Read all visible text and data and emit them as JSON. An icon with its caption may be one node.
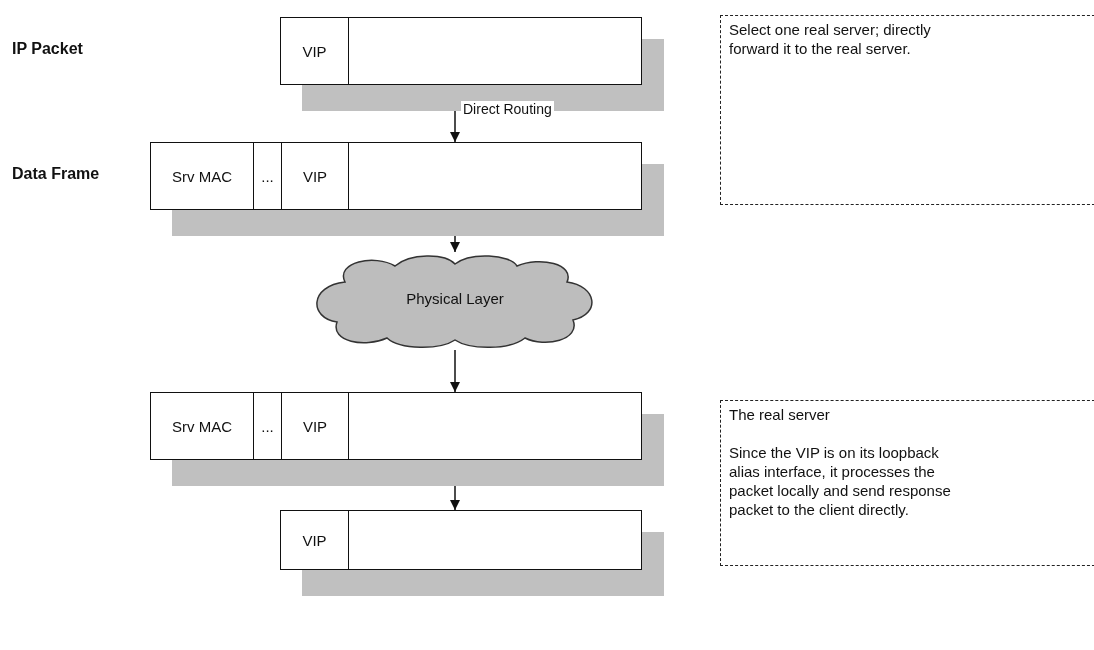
{
  "diagram": {
    "nodes": [
      {
        "text": [
          "VIP"
        ]
      },
      {
        "text": [
          "Select one real server; directly forward it to the real server."
        ]
      },
      {
        "text": [
          "Srv MAC",
          "...",
          "VIP"
        ]
      },
      {
        "text": [
          "Physical Layer"
        ]
      },
      {
        "text": [
          "Srv MAC",
          "...",
          "VIP"
        ]
      },
      {
        "text": [
          "The real server",
          "Since the VIP is on its loopback alias interface, it processes the packet locally and send response packet to the client directly."
        ]
      },
      {
        "text": [
          "VIP"
        ]
      }
    ],
    "edges": [
      {
        "from": 0,
        "to": 2,
        "arrow": "to",
        "label": "Direct Routing"
      },
      {
        "from": 2,
        "to": 3,
        "arrow": "to"
      },
      {
        "from": 3,
        "to": 4,
        "arrow": "to"
      },
      {
        "from": 4,
        "to": 6,
        "arrow": "to"
      }
    ],
    "labels": [
      "IP Packet",
      "Data Frame"
    ]
  }
}
